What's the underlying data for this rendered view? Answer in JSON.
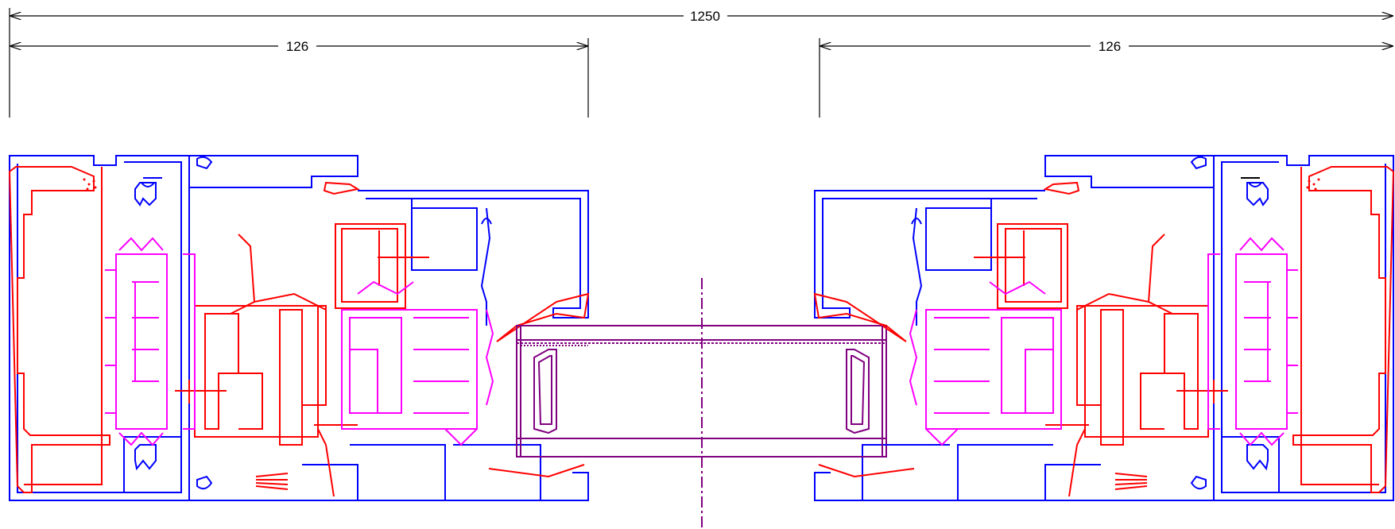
{
  "dimensions": {
    "overall": "1250",
    "left_section": "126",
    "right_section": "126"
  },
  "colors": {
    "frame": "#0000ff",
    "sash": "#ff0000",
    "thermal_break": "#ff00ff",
    "glazing": "#800080",
    "dimension": "#000000",
    "centerline": "#800080"
  }
}
